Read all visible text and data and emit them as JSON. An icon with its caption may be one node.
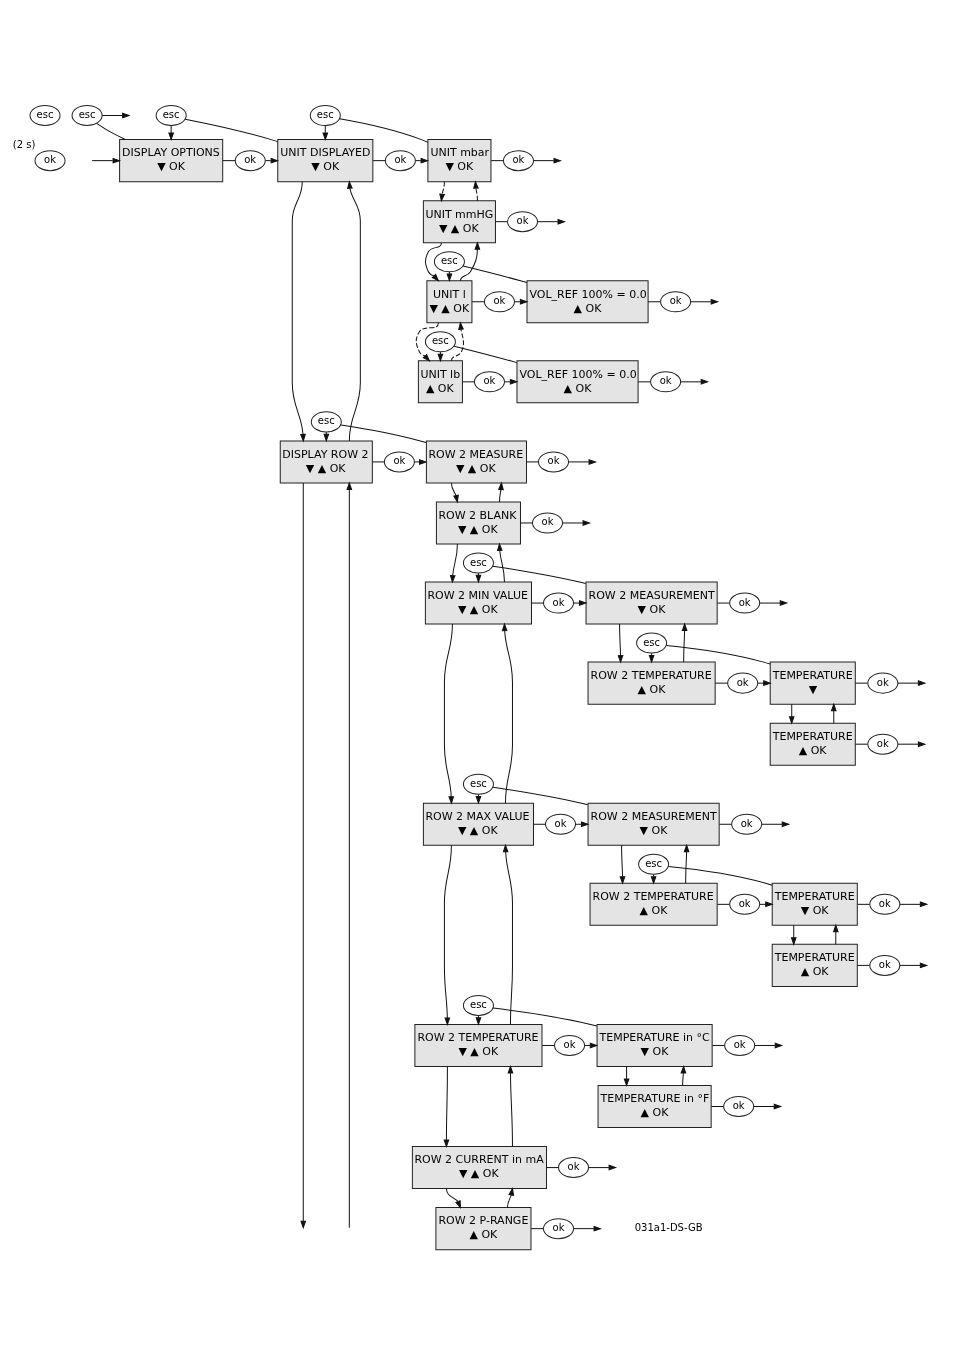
{
  "diagram": {
    "nodes": [
      {
        "text": [
          "esc"
        ]
      },
      {
        "text": [
          "DISPLAY OPTIONS",
          "▼ OK"
        ]
      },
      {
        "text": [
          "esc"
        ]
      },
      {
        "text": [
          "UNIT DISPLAYED",
          "▼ OK"
        ]
      },
      {
        "text": [
          "esc"
        ]
      },
      {
        "text": [
          "UNIT mbar",
          "▼ OK"
        ]
      },
      {
        "text": [
          "esc"
        ]
      },
      {
        "text": [
          "ok"
        ]
      },
      {
        "text": [
          "ok"
        ]
      },
      {
        "text": [
          "ok"
        ]
      },
      {
        "text": [
          "ok"
        ],
        "beside": [
          "(2 s)"
        ]
      },
      {
        "text": [
          "UNIT mmHG",
          "▼ ▲ OK"
        ]
      },
      {
        "text": [
          "ok"
        ]
      },
      {
        "text": [
          "UNIT l",
          "▼ ▲ OK"
        ]
      },
      {
        "text": [
          "esc"
        ]
      },
      {
        "text": [
          "VOL_REF 100% = 0.0",
          "▲ OK"
        ]
      },
      {
        "text": [
          "ok"
        ]
      },
      {
        "text": [
          "ok"
        ]
      },
      {
        "text": [
          "UNIT lb",
          "▲ OK"
        ]
      },
      {
        "text": [
          "esc"
        ]
      },
      {
        "text": [
          "VOL_REF 100% = 0.0",
          "▲ OK"
        ]
      },
      {
        "text": [
          "ok"
        ]
      },
      {
        "text": [
          "ok"
        ]
      },
      {
        "text": [
          "DISPLAY ROW 2",
          "▼ ▲ OK"
        ]
      },
      {
        "text": [
          "esc"
        ]
      },
      {
        "text": [
          "ROW 2 MEASURE",
          "▼ ▲ OK"
        ]
      },
      {
        "text": [
          "ok"
        ]
      },
      {
        "text": [
          "ok"
        ]
      },
      {
        "text": [
          "ROW 2 BLANK",
          "▼ ▲ OK"
        ]
      },
      {
        "text": [
          "ok"
        ]
      },
      {
        "text": [
          "ROW 2 MIN VALUE",
          "▼ ▲ OK"
        ]
      },
      {
        "text": [
          "esc"
        ]
      },
      {
        "text": [
          "ROW 2 MEASUREMENT",
          "▼ OK"
        ]
      },
      {
        "text": [
          "ok"
        ]
      },
      {
        "text": [
          "ok"
        ]
      },
      {
        "text": [
          "ROW 2 TEMPERATURE",
          "▲ OK"
        ]
      },
      {
        "text": [
          "esc"
        ]
      },
      {
        "text": [
          "TEMPERATURE",
          "▼"
        ]
      },
      {
        "text": [
          "ok"
        ]
      },
      {
        "text": [
          "ok"
        ]
      },
      {
        "text": [
          "TEMPERATURE",
          "▲ OK"
        ]
      },
      {
        "text": [
          "ok"
        ]
      },
      {
        "text": [
          "ROW 2 MAX VALUE",
          "▼ ▲ OK"
        ]
      },
      {
        "text": [
          "esc"
        ]
      },
      {
        "text": [
          "ROW 2 MEASUREMENT",
          "▼ OK"
        ]
      },
      {
        "text": [
          "ok"
        ]
      },
      {
        "text": [
          "ok"
        ]
      },
      {
        "text": [
          "ROW 2 TEMPERATURE",
          "▲ OK"
        ]
      },
      {
        "text": [
          "esc"
        ]
      },
      {
        "text": [
          "TEMPERATURE",
          "▼ OK"
        ]
      },
      {
        "text": [
          "ok"
        ]
      },
      {
        "text": [
          "ok"
        ]
      },
      {
        "text": [
          "TEMPERATURE",
          "▲ OK"
        ]
      },
      {
        "text": [
          "ok"
        ]
      },
      {
        "text": [
          "ROW 2 TEMPERATURE",
          "▼ ▲ OK"
        ]
      },
      {
        "text": [
          "esc"
        ]
      },
      {
        "text": [
          "TEMPERATURE in °C",
          "▼ OK"
        ]
      },
      {
        "text": [
          "ok"
        ]
      },
      {
        "text": [
          "ok"
        ]
      },
      {
        "text": [
          "TEMPERATURE in °F",
          "▲ OK"
        ]
      },
      {
        "text": [
          "ok"
        ]
      },
      {
        "text": [
          "ROW 2 CURRENT in mA",
          "▼ ▲ OK"
        ]
      },
      {
        "text": [
          "ok"
        ]
      },
      {
        "text": [
          "ROW 2 P-RANGE",
          "▲ OK"
        ]
      },
      {
        "text": [
          "ok"
        ]
      }
    ],
    "edges": [
      {
        "from": 1,
        "to": 0,
        "arrow": "none"
      },
      {
        "from": 0,
        "to": null,
        "arrow": "to"
      },
      {
        "from": null,
        "to": 1,
        "arrow": "to"
      },
      {
        "from": 1,
        "to": 7,
        "arrow": "none"
      },
      {
        "from": 7,
        "to": 3,
        "arrow": "to"
      },
      {
        "from": 3,
        "to": 2,
        "arrow": "none"
      },
      {
        "from": 2,
        "to": 1,
        "arrow": "to"
      },
      {
        "from": 3,
        "to": 8,
        "arrow": "none"
      },
      {
        "from": 8,
        "to": 5,
        "arrow": "to"
      },
      {
        "from": 5,
        "to": 4,
        "arrow": "none"
      },
      {
        "from": 4,
        "to": 3,
        "arrow": "to"
      },
      {
        "from": 5,
        "to": 9,
        "arrow": "none"
      },
      {
        "from": 9,
        "to": null,
        "arrow": "to"
      },
      {
        "from": 5,
        "to": 11,
        "arrow": "to",
        "style": "dashed"
      },
      {
        "from": 11,
        "to": 5,
        "arrow": "to",
        "style": "dashed"
      },
      {
        "from": 11,
        "to": 12,
        "arrow": "none"
      },
      {
        "from": 12,
        "to": null,
        "arrow": "to"
      },
      {
        "from": 11,
        "to": 13,
        "arrow": "to"
      },
      {
        "from": 13,
        "to": 11,
        "arrow": "to"
      },
      {
        "from": 13,
        "to": 16,
        "arrow": "none"
      },
      {
        "from": 16,
        "to": 15,
        "arrow": "to"
      },
      {
        "from": 15,
        "to": 14,
        "arrow": "none"
      },
      {
        "from": 14,
        "to": 13,
        "arrow": "to"
      },
      {
        "from": 15,
        "to": 17,
        "arrow": "none"
      },
      {
        "from": 17,
        "to": null,
        "arrow": "to"
      },
      {
        "from": 13,
        "to": 18,
        "arrow": "to",
        "style": "dashed"
      },
      {
        "from": 18,
        "to": 13,
        "arrow": "to",
        "style": "dashed"
      },
      {
        "from": 18,
        "to": 21,
        "arrow": "none"
      },
      {
        "from": 21,
        "to": 20,
        "arrow": "to"
      },
      {
        "from": 20,
        "to": 19,
        "arrow": "none"
      },
      {
        "from": 19,
        "to": 18,
        "arrow": "to"
      },
      {
        "from": 20,
        "to": 22,
        "arrow": "none"
      },
      {
        "from": 22,
        "to": null,
        "arrow": "to"
      },
      {
        "from": 3,
        "to": 23,
        "arrow": "to"
      },
      {
        "from": 23,
        "to": 3,
        "arrow": "to"
      },
      {
        "from": 23,
        "to": null,
        "arrow": "to"
      },
      {
        "from": null,
        "to": 23,
        "arrow": "to"
      },
      {
        "from": 23,
        "to": 26,
        "arrow": "none"
      },
      {
        "from": 26,
        "to": 25,
        "arrow": "to"
      },
      {
        "from": 25,
        "to": 24,
        "arrow": "none"
      },
      {
        "from": 24,
        "to": 23,
        "arrow": "to"
      },
      {
        "from": 25,
        "to": 27,
        "arrow": "none"
      },
      {
        "from": 27,
        "to": null,
        "arrow": "to"
      },
      {
        "from": 25,
        "to": 28,
        "arrow": "to"
      },
      {
        "from": 28,
        "to": 25,
        "arrow": "to"
      },
      {
        "from": 28,
        "to": 29,
        "arrow": "none"
      },
      {
        "from": 29,
        "to": null,
        "arrow": "to"
      },
      {
        "from": 28,
        "to": 30,
        "arrow": "to"
      },
      {
        "from": 30,
        "to": 28,
        "arrow": "to"
      },
      {
        "from": 30,
        "to": 33,
        "arrow": "none"
      },
      {
        "from": 33,
        "to": 32,
        "arrow": "to"
      },
      {
        "from": 32,
        "to": 31,
        "arrow": "none"
      },
      {
        "from": 31,
        "to": 30,
        "arrow": "to"
      },
      {
        "from": 32,
        "to": 34,
        "arrow": "none"
      },
      {
        "from": 34,
        "to": null,
        "arrow": "to"
      },
      {
        "from": 32,
        "to": 35,
        "arrow": "to"
      },
      {
        "from": 35,
        "to": 32,
        "arrow": "to"
      },
      {
        "from": 35,
        "to": 38,
        "arrow": "none"
      },
      {
        "from": 38,
        "to": 37,
        "arrow": "to"
      },
      {
        "from": 37,
        "to": 36,
        "arrow": "none"
      },
      {
        "from": 36,
        "to": 35,
        "arrow": "to"
      },
      {
        "from": 37,
        "to": 39,
        "arrow": "none"
      },
      {
        "from": 39,
        "to": null,
        "arrow": "to"
      },
      {
        "from": 37,
        "to": 40,
        "arrow": "to"
      },
      {
        "from": 40,
        "to": 37,
        "arrow": "to"
      },
      {
        "from": 40,
        "to": 41,
        "arrow": "none"
      },
      {
        "from": 41,
        "to": null,
        "arrow": "to"
      },
      {
        "from": 30,
        "to": 42,
        "arrow": "to"
      },
      {
        "from": 42,
        "to": 30,
        "arrow": "to"
      },
      {
        "from": 42,
        "to": 45,
        "arrow": "none"
      },
      {
        "from": 45,
        "to": 44,
        "arrow": "to"
      },
      {
        "from": 44,
        "to": 43,
        "arrow": "none"
      },
      {
        "from": 43,
        "to": 42,
        "arrow": "to"
      },
      {
        "from": 44,
        "to": 46,
        "arrow": "none"
      },
      {
        "from": 46,
        "to": null,
        "arrow": "to"
      },
      {
        "from": 44,
        "to": 47,
        "arrow": "to"
      },
      {
        "from": 47,
        "to": 44,
        "arrow": "to"
      },
      {
        "from": 47,
        "to": 50,
        "arrow": "none"
      },
      {
        "from": 50,
        "to": 49,
        "arrow": "to"
      },
      {
        "from": 49,
        "to": 48,
        "arrow": "none"
      },
      {
        "from": 48,
        "to": 47,
        "arrow": "to"
      },
      {
        "from": 49,
        "to": 51,
        "arrow": "none"
      },
      {
        "from": 51,
        "to": null,
        "arrow": "to"
      },
      {
        "from": 49,
        "to": 52,
        "arrow": "to"
      },
      {
        "from": 52,
        "to": 49,
        "arrow": "to"
      },
      {
        "from": 52,
        "to": 53,
        "arrow": "none"
      },
      {
        "from": 53,
        "to": null,
        "arrow": "to"
      },
      {
        "from": 42,
        "to": 54,
        "arrow": "to"
      },
      {
        "from": 54,
        "to": 42,
        "arrow": "to"
      },
      {
        "from": 54,
        "to": 57,
        "arrow": "none"
      },
      {
        "from": 57,
        "to": 56,
        "arrow": "to"
      },
      {
        "from": 56,
        "to": 55,
        "arrow": "none"
      },
      {
        "from": 55,
        "to": 54,
        "arrow": "to"
      },
      {
        "from": 56,
        "to": 58,
        "arrow": "none"
      },
      {
        "from": 58,
        "to": null,
        "arrow": "to"
      },
      {
        "from": 56,
        "to": 59,
        "arrow": "to"
      },
      {
        "from": 59,
        "to": 56,
        "arrow": "to"
      },
      {
        "from": 59,
        "to": 60,
        "arrow": "none"
      },
      {
        "from": 60,
        "to": null,
        "arrow": "to"
      },
      {
        "from": 54,
        "to": 61,
        "arrow": "to"
      },
      {
        "from": 61,
        "to": 54,
        "arrow": "to"
      },
      {
        "from": 61,
        "to": 62,
        "arrow": "none"
      },
      {
        "from": 62,
        "to": null,
        "arrow": "to"
      },
      {
        "from": 61,
        "to": 63,
        "arrow": "to"
      },
      {
        "from": 63,
        "to": 61,
        "arrow": "to"
      },
      {
        "from": 63,
        "to": 64,
        "arrow": "none"
      },
      {
        "from": 64,
        "to": null,
        "arrow": "to"
      }
    ],
    "labels": [
      "031a1-DS-GB"
    ]
  }
}
